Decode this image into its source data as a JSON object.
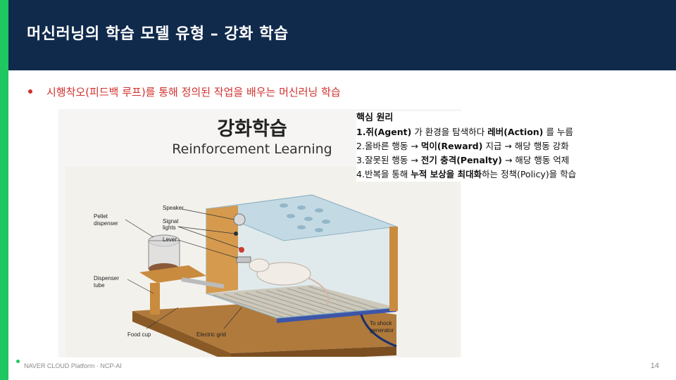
{
  "slide": {
    "title": "머신러닝의 학습 모델 유형 – 강화 학습",
    "bullet": "시행착오(피드백 루프)를 통해 정의된 작업을 배우는 머신러닝 학습",
    "figure": {
      "title_ko": "강화학습",
      "title_en": "Reinforcement Learning",
      "labels": {
        "speaker": "Speaker",
        "signal_lights_1": "Signal",
        "signal_lights_2": "lights",
        "lever": "Lever",
        "pellet_1": "Pellet",
        "pellet_2": "dispenser",
        "dispenser_tube_1": "Dispenser",
        "dispenser_tube_2": "tube",
        "food_cup": "Food cup",
        "electric_grid": "Electric grid",
        "shock_1": "To shock",
        "shock_2": "generator"
      }
    },
    "principles": {
      "heading": "핵심 원리",
      "items": [
        {
          "num": "1.",
          "parts": [
            {
              "t": "쥐(Agent)",
              "b": true
            },
            {
              "t": " 가 환경을 탐색하다 ",
              "b": false
            },
            {
              "t": "레버(Action)",
              "b": true
            },
            {
              "t": " 를 누름",
              "b": false
            }
          ]
        },
        {
          "num": "2.",
          "parts": [
            {
              "t": "올바른 행동 → ",
              "b": false
            },
            {
              "t": "먹이(Reward)",
              "b": true
            },
            {
              "t": " 지급 → 해당 행동 강화",
              "b": false
            }
          ]
        },
        {
          "num": "3.",
          "parts": [
            {
              "t": "잘못된 행동 → ",
              "b": false
            },
            {
              "t": "전기 충격(Penalty)",
              "b": true
            },
            {
              "t": " → 해당 행동 억제",
              "b": false
            }
          ]
        },
        {
          "num": "4.",
          "parts": [
            {
              "t": "반복을 통해 ",
              "b": false
            },
            {
              "t": "누적 보상을 최대화",
              "b": true
            },
            {
              "t": "하는 정책(Policy)을 학습",
              "b": false
            }
          ]
        }
      ]
    },
    "footer": "NAVER CLOUD Platform · NCP-AI",
    "page_number": "14"
  },
  "colors": {
    "header_bg": "#102a4c",
    "accent_green": "#1ec760",
    "bullet_red": "#d0312d"
  }
}
